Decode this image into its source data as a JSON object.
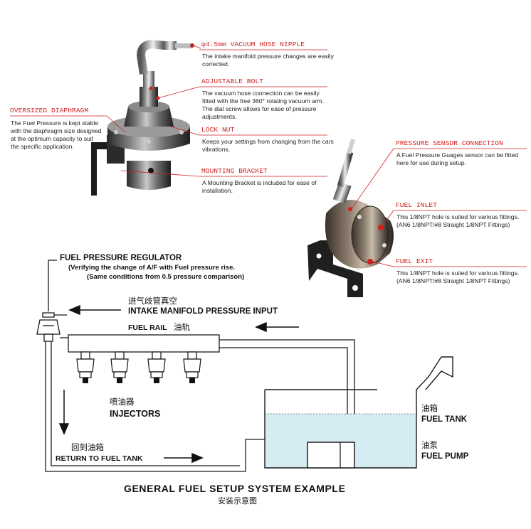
{
  "callouts": {
    "vacuum_nipple": {
      "title": "φ4.5mm VACUUM HOSE NIPPLE",
      "body": "The intake manifold pressure changes are easily corrected."
    },
    "adjustable_bolt": {
      "title": "ADJUSTABLE BOLT",
      "body": "The vacuum hose connection can be easily fitted with the free 360° rotating vacuum arm. The dial screw allows for ease of pressure adjustments."
    },
    "lock_nut": {
      "title": "LOCK NUT",
      "body": "Keeps your settings from changing from the cars vibrations."
    },
    "mounting_bracket": {
      "title": "MOUNTING BRACKET",
      "body": "A Mounting Bracket is included for ease of installation."
    },
    "oversized_diaphragm": {
      "title": "OVERSIZED DIAPHRAGM",
      "body": "The Fuel Pressure is kept stable with the diaphragm size designed at the optimum capacity to suit the specific application."
    },
    "pressure_sensor": {
      "title": "PRESSURE SENSOR CONNECTION",
      "body": "A Fuel Pressure Guages sensor can be fitted here for use during setup."
    },
    "fuel_inlet": {
      "title": "FUEL INLET",
      "body": "This 1/8NPT hole is suited for various fittings. (AN6 1/8NPT/#8 Straight 1/8NPT Fittings)"
    },
    "fuel_exit": {
      "title": "FUEL EXIT",
      "body": "This 1/8NPT hole is suited for various fittings. (AN6 1/8NPT/#8 Straight 1/8NPT Fittings)"
    }
  },
  "diagram": {
    "regulator_title": "FUEL PRESSURE REGULATOR",
    "regulator_sub1": "(Verifying the change of A/F with Fuel pressure rise.",
    "regulator_sub2": "(Same conditions from 0.5 pressure comparison)",
    "intake_cn": "进气歧管真空",
    "intake_en": "INTAKE MANIFOLD PRESSURE INPUT",
    "fuel_rail_en": "FUEL RAIL",
    "fuel_rail_cn": "油轨",
    "injectors_cn": "喷油器",
    "injectors_en": "INJECTORS",
    "return_cn": "回到油箱",
    "return_en": "RETURN TO FUEL TANK",
    "tank_cn": "油箱",
    "tank_en": "FUEL TANK",
    "pump_cn": "油泵",
    "pump_en": "FUEL PUMP",
    "caption_en": "GENERAL FUEL SETUP SYSTEM EXAMPLE",
    "caption_cn": "安装示意图"
  },
  "colors": {
    "callout_red": "#d01f1f",
    "metal": "#5c5c5c",
    "fuel_blue": "#d6ecf3",
    "line": "#1a1a1a"
  }
}
